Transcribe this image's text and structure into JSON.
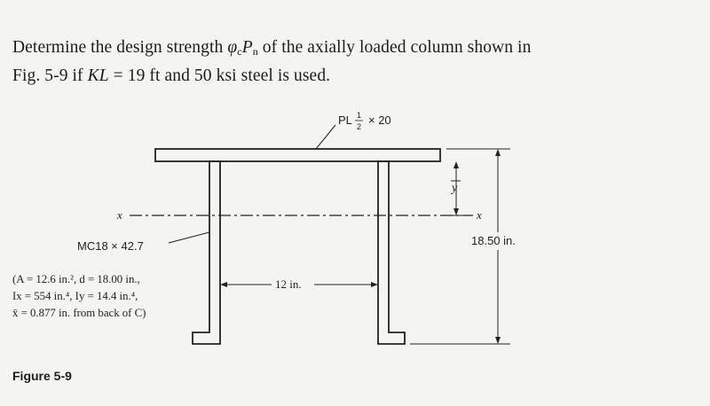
{
  "problem": {
    "part1": "Determine the design strength ",
    "phi": "φ",
    "phi_sub": "c",
    "P": "P",
    "P_sub": "n",
    "part2": " of the axially loaded column shown in",
    "line2_a": "Fig. 5-9 if ",
    "KL": "KL",
    "line2_b": " = 19 ft and 50 ksi steel is used."
  },
  "figure": {
    "plate_label_pre": "PL",
    "plate_frac_num": "1",
    "plate_frac_den": "2",
    "plate_label_post": "× 20",
    "channel_label": "MC18 × 42.7",
    "axis_left": "x",
    "axis_right": "x",
    "ybar": "y",
    "height_dim": "18.50 in.",
    "spacing_dim": "12 in.",
    "props_line1": "(A = 12.6 in.², d = 18.00 in.,",
    "props_line2": "Ix = 554 in.⁴, Iy = 14.4 in.⁴,",
    "props_line3": "x̄ = 0.877 in. from back of C)",
    "caption": "Figure 5-9"
  }
}
